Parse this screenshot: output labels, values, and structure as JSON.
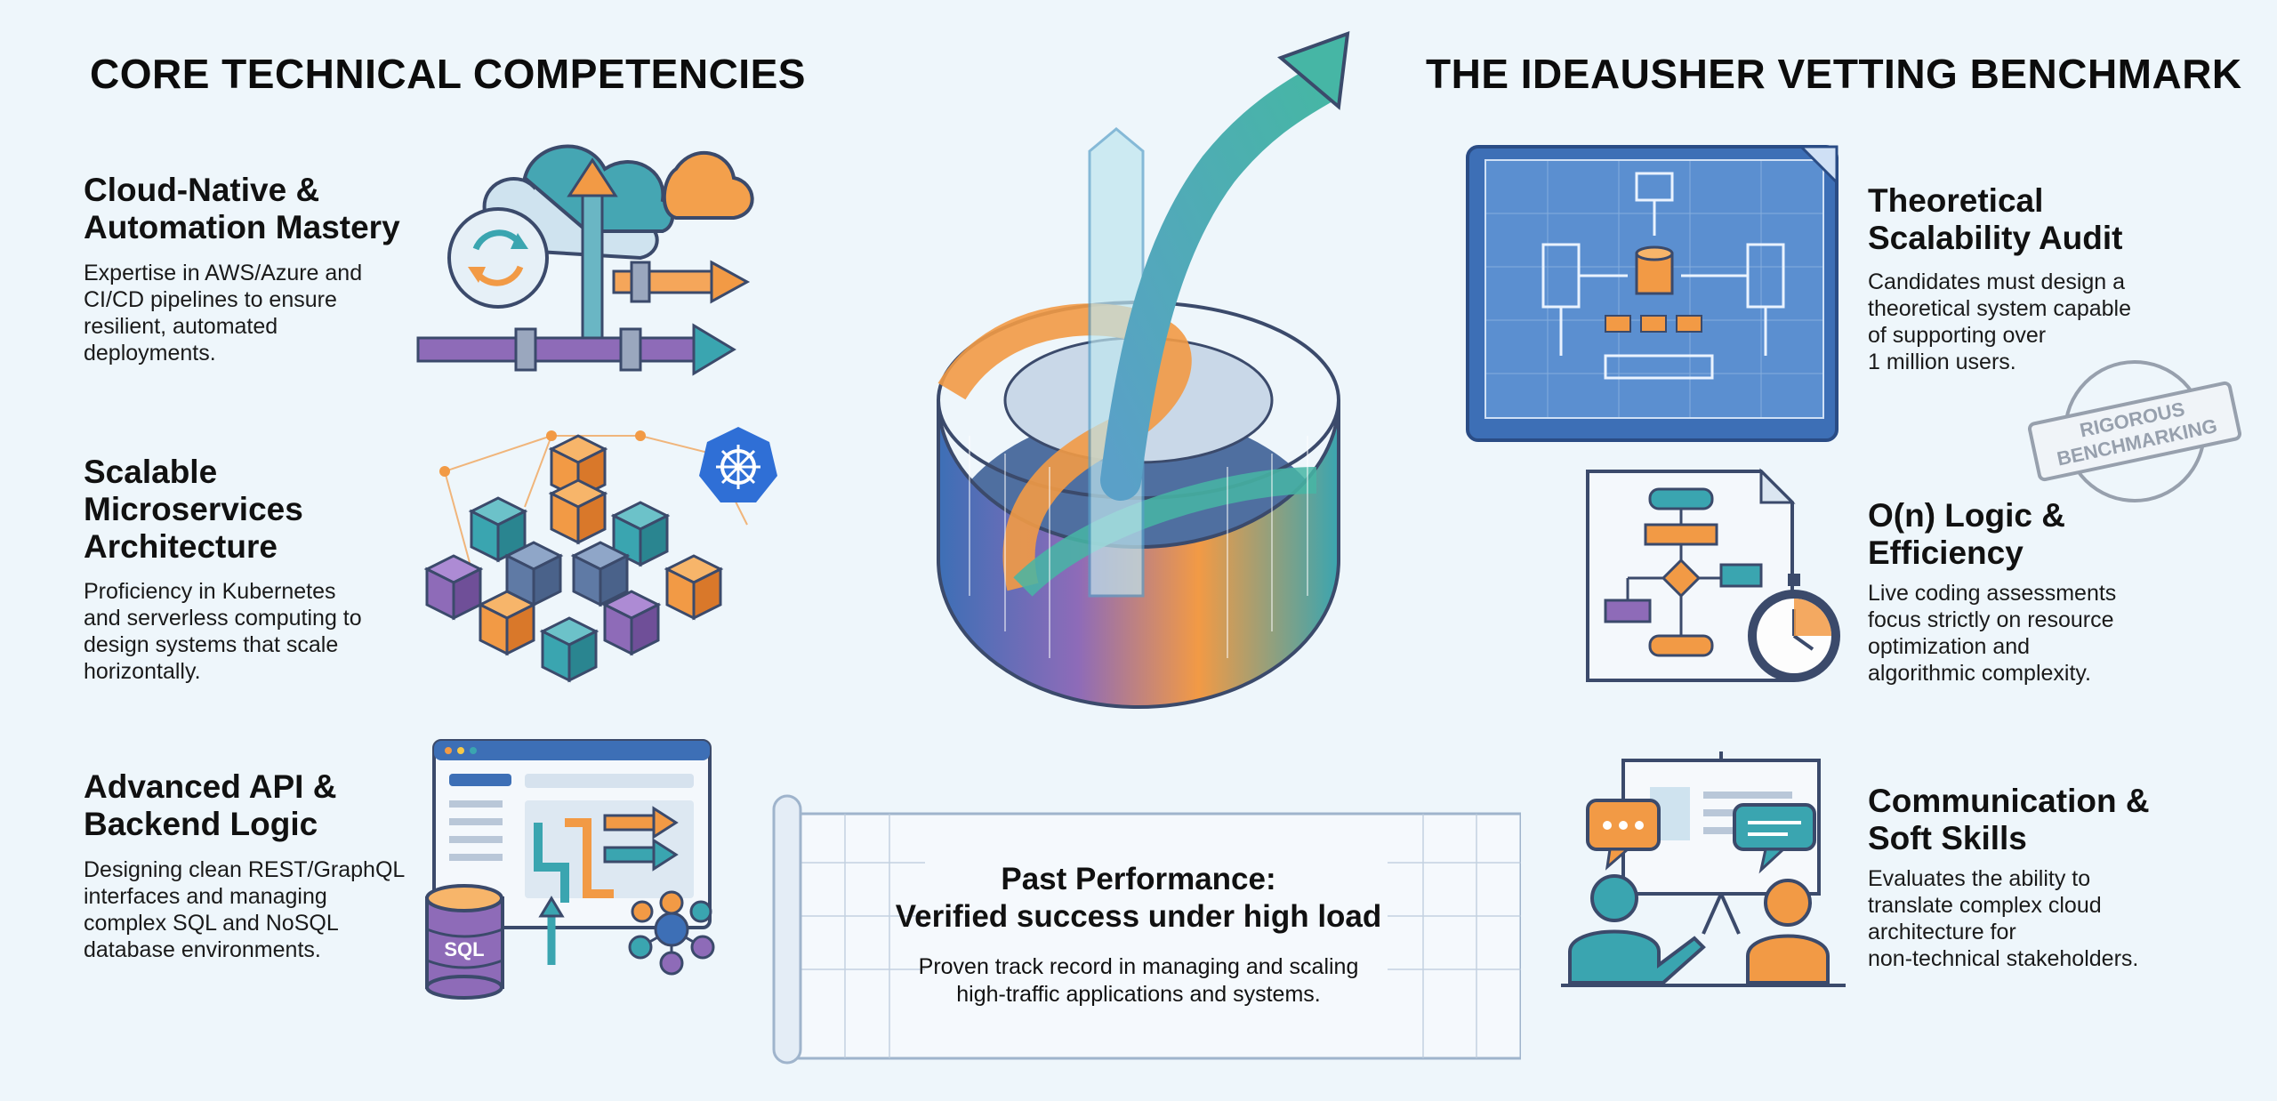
{
  "left": {
    "heading": "CORE TECHNICAL COMPETENCIES",
    "items": [
      {
        "title": [
          "Cloud-Native &",
          "Automation Mastery"
        ],
        "desc": [
          "Expertise in AWS/Azure and",
          "CI/CD pipelines to ensure",
          "resilient, automated",
          "deployments."
        ]
      },
      {
        "title": [
          "Scalable",
          "Microservices",
          "Architecture"
        ],
        "desc": [
          "Proficiency in Kubernetes",
          "and serverless computing to",
          "design systems that scale",
          "horizontally."
        ]
      },
      {
        "title": [
          "Advanced API &",
          "Backend Logic"
        ],
        "desc": [
          "Designing clean REST/GraphQL",
          "interfaces and managing",
          "complex SQL and NoSQL",
          "database environments."
        ]
      }
    ]
  },
  "right": {
    "heading": "THE IDEAUSHER VETTING BENCHMARK",
    "items": [
      {
        "title": [
          "Theoretical",
          "Scalability Audit"
        ],
        "desc": [
          "Candidates must design a",
          "theoretical system capable",
          "of supporting over",
          "1 million users."
        ]
      },
      {
        "title": [
          "O(n) Logic &",
          "Efficiency"
        ],
        "desc": [
          "Live coding assessments",
          "focus strictly on resource",
          "optimization and",
          "algorithmic complexity."
        ]
      },
      {
        "title": [
          "Communication &",
          "Soft Skills"
        ],
        "desc": [
          "Evaluates the ability to",
          "translate complex cloud",
          "architecture for",
          "non-technical stakeholders."
        ]
      }
    ],
    "stamp": [
      "RIGOROUS",
      "BENCHMARKING"
    ]
  },
  "center": {
    "title": [
      "Past Performance:",
      "Verified success under high load"
    ],
    "desc": [
      "Proven track record in managing and scaling",
      "high-traffic applications and systems."
    ]
  },
  "labels": {
    "sql": "SQL"
  },
  "colors": {
    "teal": "#3aa5b0",
    "orange": "#f29a45",
    "purple": "#8e6bb8",
    "blue": "#3d6fb6",
    "dark": "#3b4a6b"
  }
}
